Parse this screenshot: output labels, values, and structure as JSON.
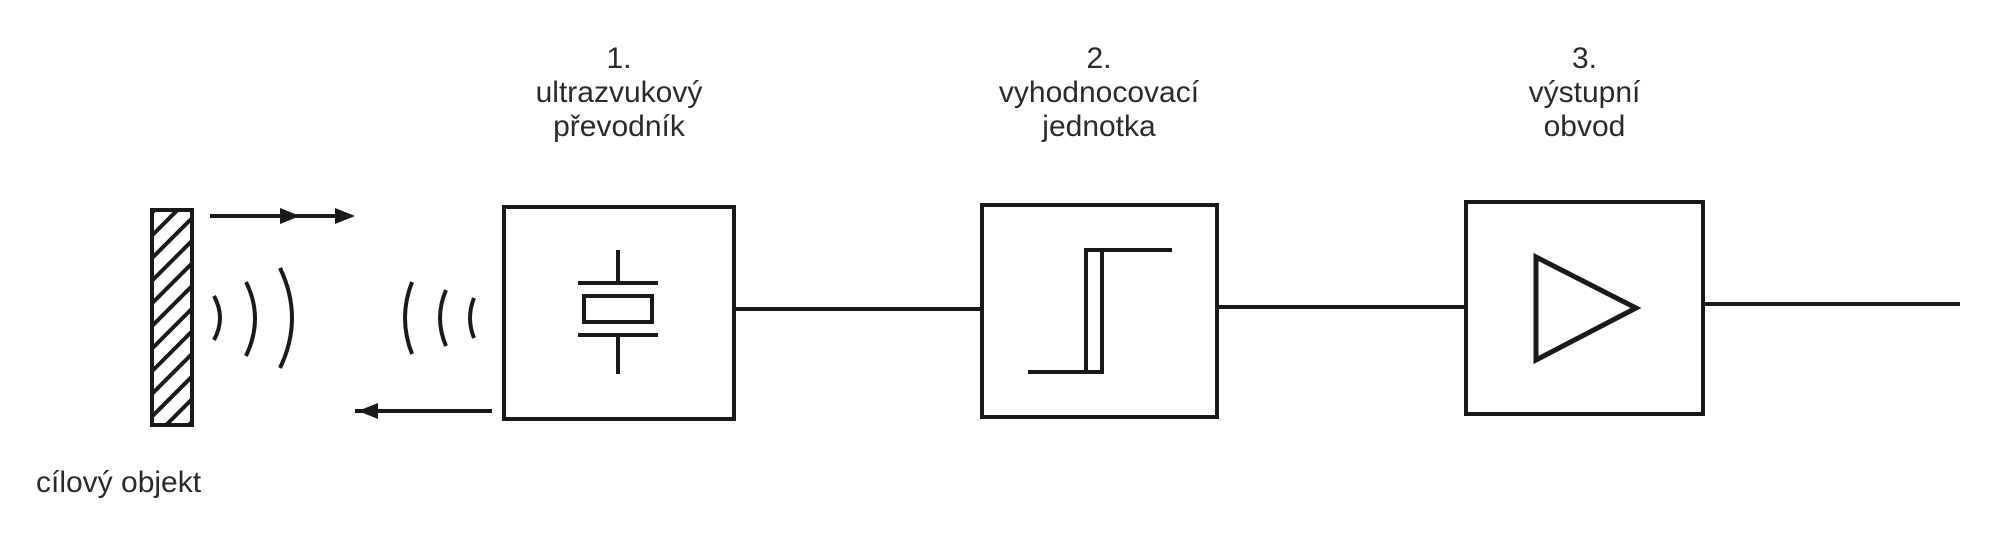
{
  "diagram": {
    "target_label": "cílový objekt",
    "blocks": [
      {
        "number": "1.",
        "line1": "ultrazvukový",
        "line2": "převodník",
        "icon": "piezo-crystal-icon"
      },
      {
        "number": "2.",
        "line1": "vyhodnocovací",
        "line2": "jednotka",
        "icon": "schmitt-trigger-icon"
      },
      {
        "number": "3.",
        "line1": "výstupní",
        "line2": "obvod",
        "icon": "amplifier-triangle-icon"
      }
    ],
    "colors": {
      "stroke": "#1a1a1a",
      "background": "#ffffff"
    }
  }
}
